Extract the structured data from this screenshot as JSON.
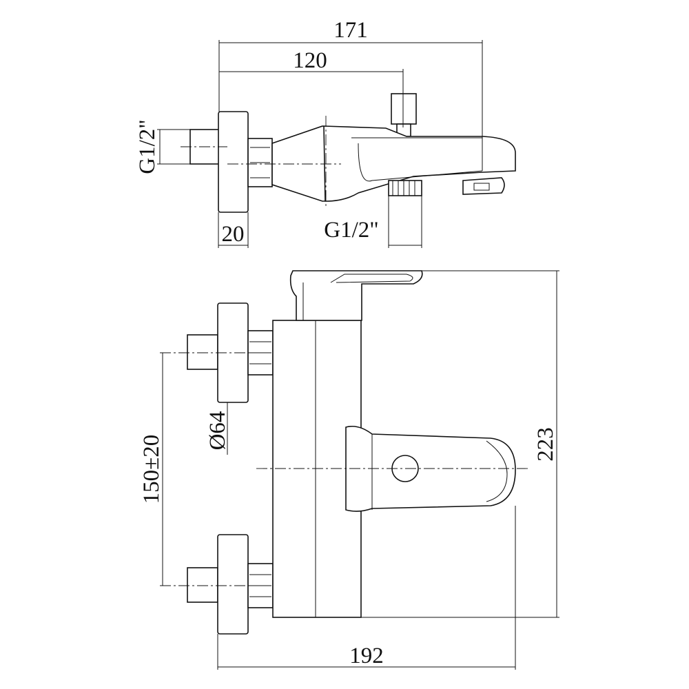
{
  "dimensions": {
    "top_overall_length": "171",
    "top_inlet_to_outlet": "120",
    "top_inlet_thread": "G1/2\"",
    "top_flange_thickness": "20",
    "top_diverter_thread": "G1/2\"",
    "front_overall_width": "192",
    "front_overall_height": "223",
    "front_inlet_spacing": "150±20",
    "front_flange_diameter": "Ø64"
  }
}
